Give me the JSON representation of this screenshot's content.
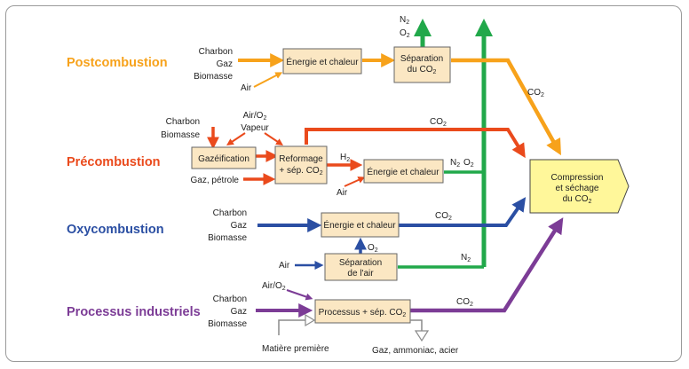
{
  "colors": {
    "postcombustion": "#f7a21b",
    "precombustion": "#ea4a1c",
    "oxycombustion": "#2b4fa3",
    "industrial": "#7c3c96",
    "green": "#21a84a",
    "box_fill": "#fbe7c3",
    "target_fill": "#fff79a"
  },
  "categories": {
    "post": "Postcombustion",
    "pre": "Précombustion",
    "oxy": "Oxycombustion",
    "ind": "Processus industriels"
  },
  "post": {
    "inputs": [
      "Charbon",
      "Gaz",
      "Biomasse"
    ],
    "air": "Air",
    "energy_box": "Énergie et chaleur",
    "sep_box_line1": "Séparation",
    "sep_box_line2": "du CO",
    "sub_2": "2",
    "n2": "N",
    "o2": "O",
    "co2": "CO"
  },
  "pre": {
    "inputs": [
      "Charbon",
      "Biomasse"
    ],
    "air_o2": "Air/O",
    "vapeur": "Vapeur",
    "gasif_box": "Gazéification",
    "reform_line1": "Reformage",
    "reform_line2": "+ sép. CO",
    "gaz_petrole": "Gaz, pétrole",
    "h2": "H",
    "energy_box": "Énergie et chaleur",
    "air": "Air",
    "n2": "N",
    "o2": "O",
    "co2": "CO"
  },
  "oxy": {
    "inputs": [
      "Charbon",
      "Gaz",
      "Biomasse"
    ],
    "energy_box": "Énergie et chaleur",
    "o2": "O",
    "sep_line1": "Séparation",
    "sep_line2": "de l'air",
    "air": "Air",
    "n2": "N",
    "co2": "CO"
  },
  "ind": {
    "inputs": [
      "Charbon",
      "Gaz",
      "Biomasse"
    ],
    "air_o2": "Air/O",
    "process_box": "Processus + sép. CO",
    "matiere": "Matière première",
    "products": "Gaz, ammoniac, acier",
    "co2": "CO"
  },
  "target": {
    "line1": "Compression",
    "line2": "et séchage",
    "line3": "du CO"
  }
}
